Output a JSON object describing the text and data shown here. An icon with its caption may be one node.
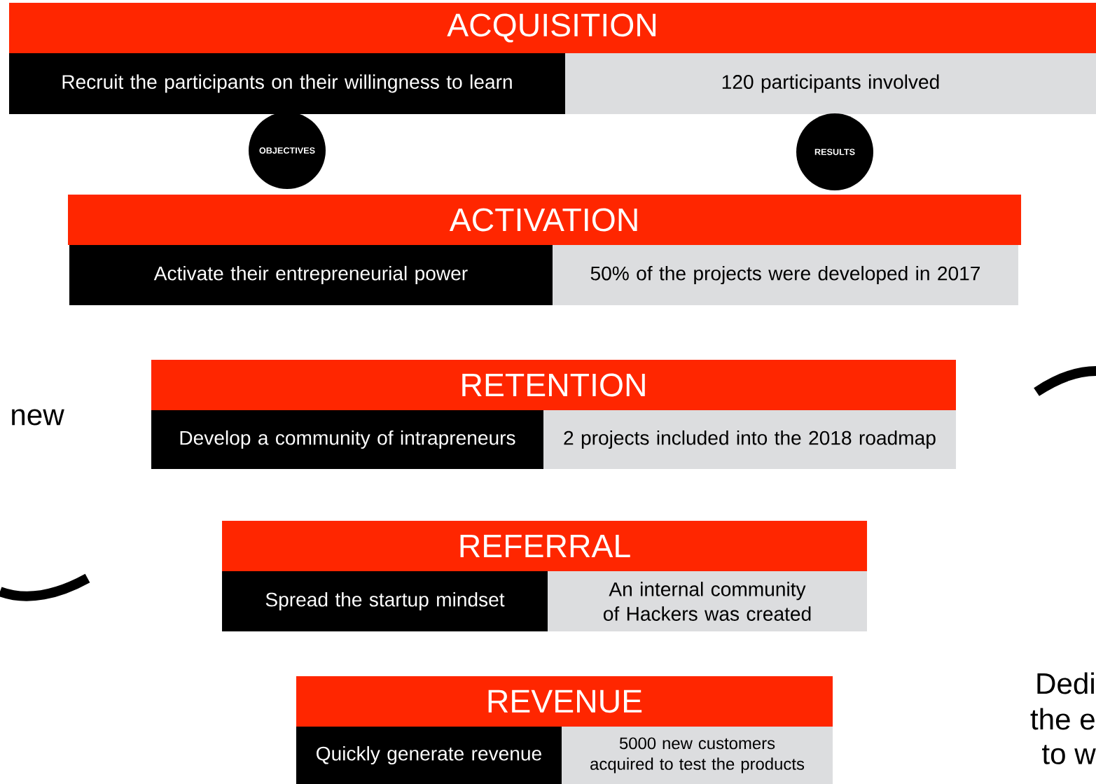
{
  "diagram": {
    "nodes": [
      {
        "text": [
          "ACQUISITION"
        ]
      },
      {
        "text": [
          "Recruit the participants on their willingness to learn"
        ]
      },
      {
        "text": [
          "120 participants involved"
        ]
      },
      {
        "text": [
          "OBJECTIVES"
        ]
      },
      {
        "text": [
          "RESULTS"
        ]
      },
      {
        "text": [
          "ACTIVATION"
        ]
      },
      {
        "text": [
          "Activate their entrepreneurial power"
        ]
      },
      {
        "text": [
          "50% of the projects were developed in 2017"
        ]
      },
      {
        "text": [
          "RETENTION"
        ]
      },
      {
        "text": [
          "Develop a community of intrapreneurs"
        ]
      },
      {
        "text": [
          "2 projects included into the 2018 roadmap"
        ]
      },
      {
        "text": [
          "REFERRAL"
        ]
      },
      {
        "text": [
          "Spread the startup mindset"
        ]
      },
      {
        "text": [
          "An internal community of Hackers was created"
        ]
      },
      {
        "text": [
          "REVENUE"
        ]
      },
      {
        "text": [
          "Quickly generate revenue"
        ]
      },
      {
        "text": [
          "5000 new customers acquired to test the products"
        ]
      }
    ],
    "labels": [
      "new",
      "Dedi",
      "the e",
      "to w"
    ]
  }
}
